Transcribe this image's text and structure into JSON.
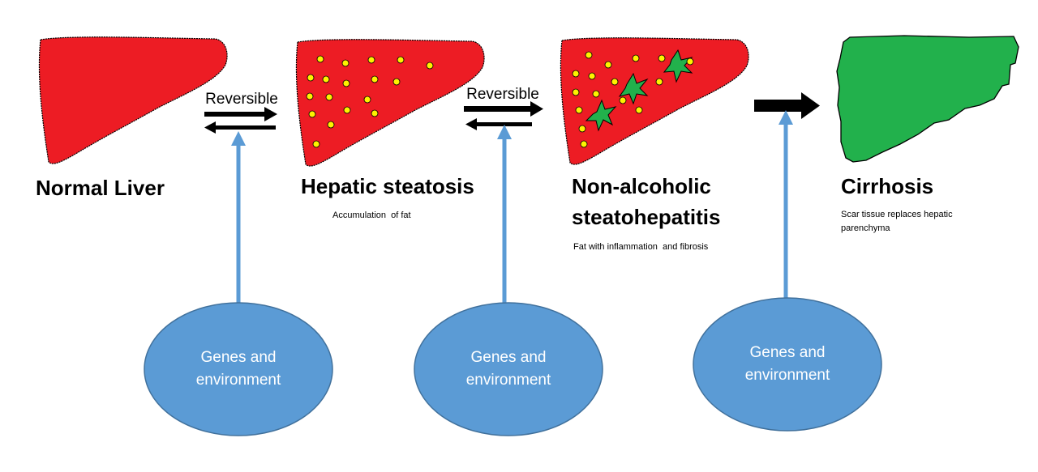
{
  "colors": {
    "liver_red": "#ed1c24",
    "cirrhosis_green": "#22b14c",
    "fibrosis_green": "#22b14c",
    "fat_droplet": "#fff200",
    "ellipse_blue": "#5b9bd5",
    "arrow_blue": "#5b9bd5",
    "arrow_black": "#000000",
    "text_black": "#000000",
    "ellipse_text": "#ffffff"
  },
  "stages": [
    {
      "title": "Normal Liver",
      "description": ""
    },
    {
      "title": "Hepatic steatosis",
      "description": "Accumulation  of fat"
    },
    {
      "title_line1": "Non-alcoholic",
      "title_line2": "steatohepatitis",
      "description": "Fat with inflammation  and fibrosis"
    },
    {
      "title": "Cirrhosis",
      "description_line1": "Scar tissue replaces hepatic",
      "description_line2": "parenchyma"
    }
  ],
  "transitions": [
    {
      "label": "Reversible",
      "type": "bidirectional"
    },
    {
      "label": "Reversible",
      "type": "bidirectional"
    },
    {
      "label": "",
      "type": "forward"
    }
  ],
  "factors": [
    {
      "line1": "Genes and",
      "line2": "environment"
    },
    {
      "line1": "Genes and",
      "line2": "environment"
    },
    {
      "line1": "Genes and",
      "line2": "environment"
    }
  ]
}
